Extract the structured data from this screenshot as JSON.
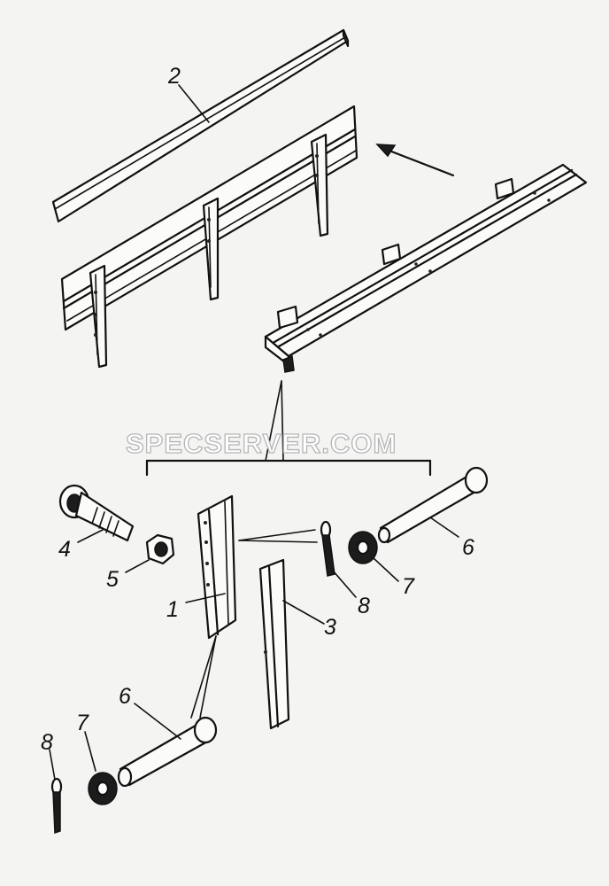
{
  "labels": {
    "l1": "1",
    "l2": "2",
    "l3": "3",
    "l4": "4",
    "l5": "5",
    "l6a": "6",
    "l6b": "6",
    "l7a": "7",
    "l7b": "7",
    "l8a": "8",
    "l8b": "8"
  },
  "watermark": "SPECSERVER.COM"
}
